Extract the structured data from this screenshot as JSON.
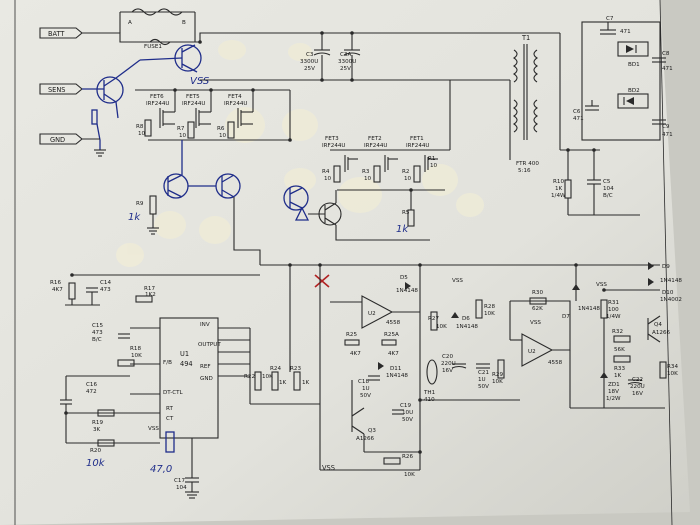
{
  "terminals": {
    "batt": "BATT",
    "sens": "SENS",
    "gnd": "GND"
  },
  "fuses": {
    "fuse1": "FUSE1",
    "fuse_a": "A",
    "fuse_b": "B"
  },
  "capacitors": {
    "c3": "C3",
    "c3_v": "3300U",
    "c3_r": "25V",
    "c3a": "C3A",
    "c3a_v": "3300U",
    "c3a_r": "25V",
    "c7": "C7",
    "c7_v": "471",
    "c6": "C6",
    "c6_v": "471",
    "c8": "C8",
    "c8_v": "471",
    "c9": "C9",
    "c9_v": "471",
    "c5": "C5",
    "c5_v": "104",
    "c5_r": "B/C",
    "c14": "C14",
    "c14_v": "473",
    "c15": "C15",
    "c15_v": "473",
    "c15_r": "B/C",
    "c16": "C16",
    "c16_v": "472",
    "c17": "C17",
    "c17_v": "104",
    "c18": "C18",
    "c18_v": "1U",
    "c18_r": "50V",
    "c19": "C19",
    "c19_v": "10U",
    "c19_r": "50V",
    "c20": "C20",
    "c20_v": "220U",
    "c20_r": "16V",
    "c21": "C21",
    "c21_v": "1U",
    "c21_r": "50V",
    "c22": "C22",
    "c22_v": "220U",
    "c22_r": "16V"
  },
  "transformer": {
    "name": "T1",
    "model": "FTR 400",
    "ratio": "5:16"
  },
  "diodes": {
    "bd1": "BD1",
    "bd2": "BD2",
    "d5": "D5",
    "d5_v": "1N4148",
    "d6": "D6",
    "d6_v": "1N4148",
    "d7": "D7",
    "d7_v": "1N4148",
    "d9": "D9",
    "d9_v": "1N4148",
    "d10": "D10",
    "d10_v": "1N4002",
    "d11": "D11",
    "d11_v": "1N4148",
    "zd1": "ZD1",
    "zd1_v": "18V",
    "zd1_p": "1/2W"
  },
  "fets": {
    "fet6": "FET6",
    "fet5": "FET5",
    "fet4": "FET4",
    "fet3": "FET3",
    "fet2": "FET2",
    "fet1": "FET1",
    "part": "IRF244U"
  },
  "resistors": {
    "r1": "R1",
    "r2": "R2",
    "r3": "R3",
    "r4": "R4",
    "r5": "R5",
    "r6": "R6",
    "r7": "R7",
    "r8": "R8",
    "r9": "R9",
    "r1_v": "10",
    "r2_v": "10",
    "r3_v": "10",
    "r4_v": "10",
    "r6_v": "10",
    "r7_v": "10",
    "r8_v": "10",
    "r10": "R10",
    "r10_v": "1K",
    "r10_p": "1/4W",
    "r16": "R16",
    "r16_v": "4K7",
    "r17": "R17",
    "r17_v": "1K2",
    "r18": "R18",
    "r18_v": "10K",
    "r19": "R19",
    "r19_v": "3K",
    "r20": "R20",
    "r22": "R22",
    "r22_v": "10K",
    "r23": "R23",
    "r23_v": "1K",
    "r24": "R24",
    "r24_v": "1K",
    "r25": "R25",
    "r25_v": "4K7",
    "r25a": "R25A",
    "r25a_v": "4K7",
    "r26": "R26",
    "r26_v": "10K",
    "r27": "R27",
    "r27_v": "10K",
    "r28": "R28",
    "r28_v": "10K",
    "r29": "R29",
    "r29_v": "10K",
    "r30": "R30",
    "r30_v": "62K",
    "r31": "R31",
    "r31_v": "100",
    "r31_p": "1/4W",
    "r32": "R32",
    "r32_v": "56K",
    "r33": "R33",
    "r33_v": "1K",
    "r34": "R34",
    "r34_v": "10K"
  },
  "ics": {
    "u1": "U1",
    "u1_part": "494",
    "u2": "U2",
    "u2_part": "4558",
    "u2b": "U2",
    "u2b_part": "4558",
    "pins": {
      "inv": "INV",
      "output": "OUTPUT",
      "ct": "CT",
      "rt": "RT",
      "ref": "REF",
      "gnd": "GND",
      "fb": "F/B",
      "dtctl": "DT-CTL"
    }
  },
  "transistors": {
    "q3": "Q3",
    "q3_part": "A1266",
    "q4": "Q4",
    "q4_part": "A1266"
  },
  "thermistor": {
    "name": "TH1",
    "value": "410"
  },
  "rails": {
    "vss": "VSS"
  },
  "handwritten": {
    "vss": "VSS",
    "r9": "1k",
    "r5": "1k",
    "r20": "10k",
    "c_val": "47,0"
  }
}
